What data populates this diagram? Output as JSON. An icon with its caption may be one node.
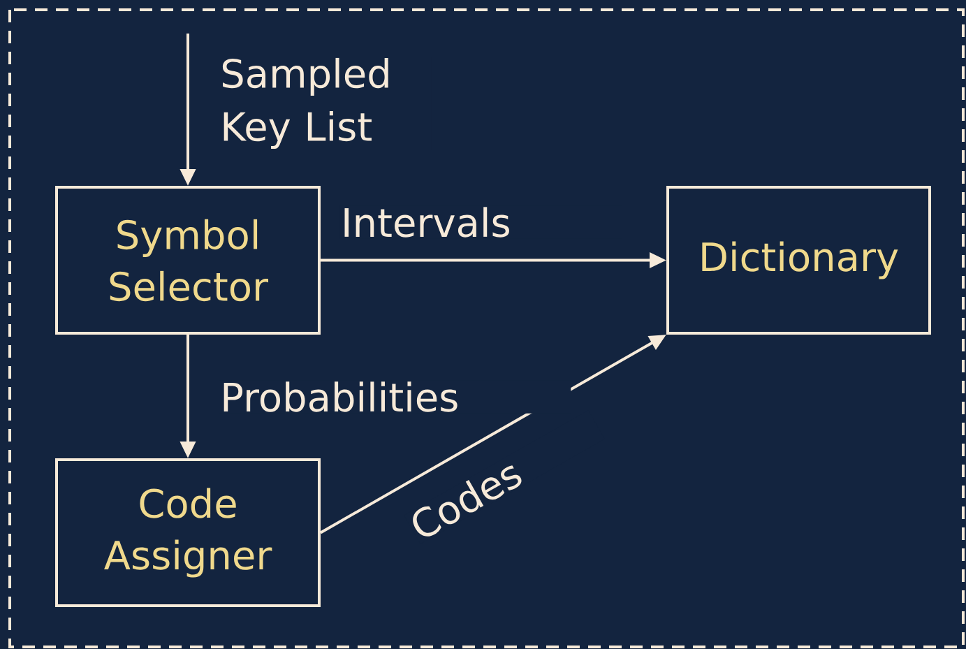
{
  "diagram": {
    "nodes": [
      {
        "text": [
          "Symbol Selector"
        ]
      },
      {
        "text": [
          "Dictionary"
        ]
      },
      {
        "text": [
          "Code Assigner"
        ]
      }
    ],
    "edges": [
      {
        "from": null,
        "to": 0,
        "arrow": "to",
        "label": "Sampled Key List"
      },
      {
        "from": 0,
        "to": 1,
        "arrow": "to",
        "label": "Intervals"
      },
      {
        "from": 0,
        "to": 2,
        "arrow": "to",
        "label": "Probabilities"
      },
      {
        "from": 2,
        "to": 1,
        "arrow": "to",
        "label": "Codes"
      }
    ]
  }
}
